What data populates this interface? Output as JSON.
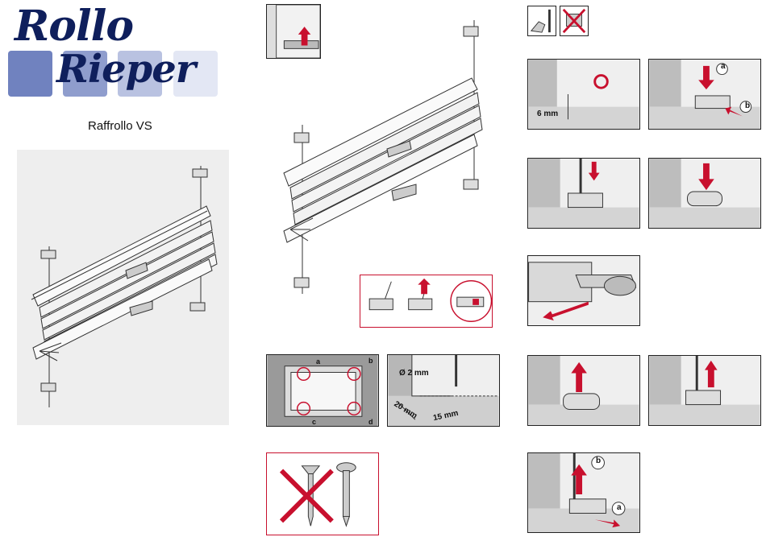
{
  "brand": {
    "line1": "Rollo",
    "line2": "Rieper",
    "squares": [
      "#7082bf",
      "#8f9dcd",
      "#b9c2e1",
      "#e3e7f4"
    ]
  },
  "product": {
    "title": "Raffrollo VS"
  },
  "labels": {
    "distance_6mm": "6 mm",
    "marker_a": "a",
    "marker_b": "b",
    "marker_c": "c",
    "marker_d": "d",
    "drill_diameter": "Ø 2 mm",
    "dist_20mm": "20 mm",
    "dist_15mm": "15 mm"
  },
  "colors": {
    "accent_red": "#c8102e",
    "panel_gray": "#e6e6e6",
    "dark_frame": "#222222"
  }
}
